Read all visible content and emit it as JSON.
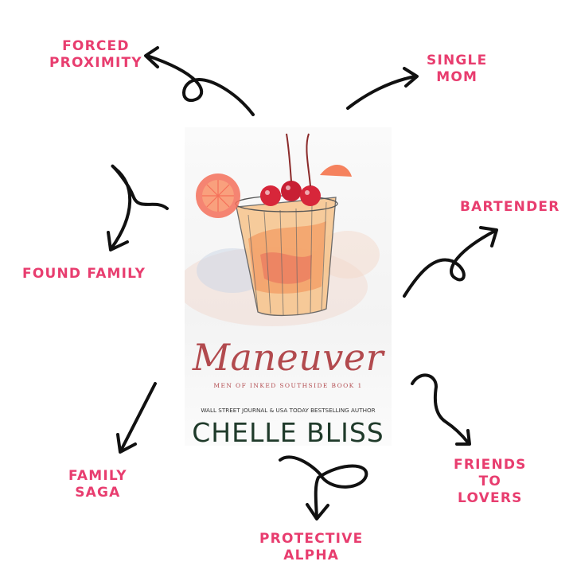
{
  "tropes": {
    "forced_proximity": [
      "FORCED",
      "PROXIMITY"
    ],
    "single_mom": [
      "SINGLE",
      "MOM"
    ],
    "bartender": [
      "BARTENDER"
    ],
    "found_family": [
      "FOUND FAMILY"
    ],
    "friends_to_lovers": [
      "FRIENDS",
      "TO",
      "LOVERS"
    ],
    "family_saga": [
      "FAMILY",
      "SAGA"
    ],
    "protective_alpha": [
      "PROTECTIVE",
      "ALPHA"
    ]
  },
  "cover": {
    "title": "Maneuver",
    "series": "MEN OF INKED SOUTHSIDE BOOK 1",
    "tagline": "WALL STREET JOURNAL & USA TODAY BESTSELLING AUTHOR",
    "author": "CHELLE BLISS"
  },
  "colors": {
    "trope_text": "#e83d6f",
    "arrow": "#111111",
    "title": "#b24a4e",
    "author": "#1f3a2a"
  }
}
